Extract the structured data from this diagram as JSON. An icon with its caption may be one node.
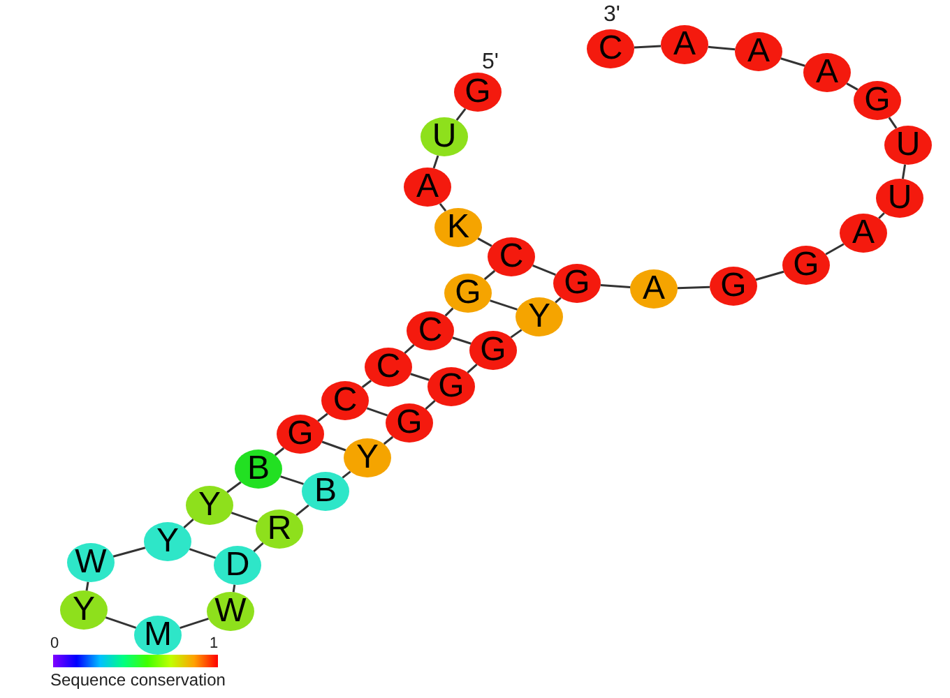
{
  "diagram": {
    "nodes": [
      {
        "text": [
          "G"
        ]
      },
      {
        "text": [
          "U"
        ]
      },
      {
        "text": [
          "A"
        ]
      },
      {
        "text": [
          "K"
        ]
      },
      {
        "text": [
          "C"
        ]
      },
      {
        "text": [
          "G"
        ]
      },
      {
        "text": [
          "C"
        ]
      },
      {
        "text": [
          "C"
        ]
      },
      {
        "text": [
          "C"
        ]
      },
      {
        "text": [
          "G"
        ]
      },
      {
        "text": [
          "B"
        ]
      },
      {
        "text": [
          "Y"
        ]
      },
      {
        "text": [
          "Y"
        ]
      },
      {
        "text": [
          "W"
        ]
      },
      {
        "text": [
          "Y"
        ]
      },
      {
        "text": [
          "M"
        ]
      },
      {
        "text": [
          "W"
        ]
      },
      {
        "text": [
          "D"
        ]
      },
      {
        "text": [
          "R"
        ]
      },
      {
        "text": [
          "B"
        ]
      },
      {
        "text": [
          "Y"
        ]
      },
      {
        "text": [
          "G"
        ]
      },
      {
        "text": [
          "G"
        ]
      },
      {
        "text": [
          "G"
        ]
      },
      {
        "text": [
          "Y"
        ]
      },
      {
        "text": [
          "G"
        ]
      },
      {
        "text": [
          "A"
        ]
      },
      {
        "text": [
          "G"
        ]
      },
      {
        "text": [
          "G"
        ]
      },
      {
        "text": [
          "A"
        ]
      },
      {
        "text": [
          "U"
        ]
      },
      {
        "text": [
          "U"
        ]
      },
      {
        "text": [
          "G"
        ]
      },
      {
        "text": [
          "A"
        ]
      },
      {
        "text": [
          "A"
        ]
      },
      {
        "text": [
          "A"
        ]
      },
      {
        "text": [
          "C"
        ]
      }
    ],
    "edges": [
      {
        "from": 0,
        "to": 1,
        "arrow": "none"
      },
      {
        "from": 1,
        "to": 2,
        "arrow": "none"
      },
      {
        "from": 2,
        "to": 3,
        "arrow": "none"
      },
      {
        "from": 3,
        "to": 4,
        "arrow": "none"
      },
      {
        "from": 4,
        "to": 5,
        "arrow": "none"
      },
      {
        "from": 5,
        "to": 6,
        "arrow": "none"
      },
      {
        "from": 6,
        "to": 7,
        "arrow": "none"
      },
      {
        "from": 7,
        "to": 8,
        "arrow": "none"
      },
      {
        "from": 8,
        "to": 9,
        "arrow": "none"
      },
      {
        "from": 9,
        "to": 10,
        "arrow": "none"
      },
      {
        "from": 10,
        "to": 11,
        "arrow": "none"
      },
      {
        "from": 11,
        "to": 12,
        "arrow": "none"
      },
      {
        "from": 12,
        "to": 13,
        "arrow": "none"
      },
      {
        "from": 13,
        "to": 14,
        "arrow": "none"
      },
      {
        "from": 14,
        "to": 15,
        "arrow": "none"
      },
      {
        "from": 15,
        "to": 16,
        "arrow": "none"
      },
      {
        "from": 16,
        "to": 17,
        "arrow": "none"
      },
      {
        "from": 17,
        "to": 18,
        "arrow": "none"
      },
      {
        "from": 18,
        "to": 19,
        "arrow": "none"
      },
      {
        "from": 19,
        "to": 20,
        "arrow": "none"
      },
      {
        "from": 20,
        "to": 21,
        "arrow": "none"
      },
      {
        "from": 21,
        "to": 22,
        "arrow": "none"
      },
      {
        "from": 22,
        "to": 23,
        "arrow": "none"
      },
      {
        "from": 23,
        "to": 24,
        "arrow": "none"
      },
      {
        "from": 24,
        "to": 25,
        "arrow": "none"
      },
      {
        "from": 25,
        "to": 26,
        "arrow": "none"
      },
      {
        "from": 26,
        "to": 27,
        "arrow": "none"
      },
      {
        "from": 27,
        "to": 28,
        "arrow": "none"
      },
      {
        "from": 28,
        "to": 29,
        "arrow": "none"
      },
      {
        "from": 29,
        "to": 30,
        "arrow": "none"
      },
      {
        "from": 30,
        "to": 31,
        "arrow": "none"
      },
      {
        "from": 31,
        "to": 32,
        "arrow": "none"
      },
      {
        "from": 32,
        "to": 33,
        "arrow": "none"
      },
      {
        "from": 33,
        "to": 34,
        "arrow": "none"
      },
      {
        "from": 34,
        "to": 35,
        "arrow": "none"
      },
      {
        "from": 35,
        "to": 36,
        "arrow": "none"
      },
      {
        "from": 4,
        "to": 25,
        "arrow": "none"
      },
      {
        "from": 5,
        "to": 24,
        "arrow": "none"
      },
      {
        "from": 6,
        "to": 23,
        "arrow": "none"
      },
      {
        "from": 7,
        "to": 22,
        "arrow": "none"
      },
      {
        "from": 8,
        "to": 21,
        "arrow": "none"
      },
      {
        "from": 9,
        "to": 20,
        "arrow": "none"
      },
      {
        "from": 10,
        "to": 19,
        "arrow": "none"
      },
      {
        "from": 11,
        "to": 18,
        "arrow": "none"
      },
      {
        "from": 12,
        "to": 17,
        "arrow": "none"
      }
    ],
    "labels": [
      "3'",
      "5'",
      "0",
      "1",
      "Sequence conservation"
    ]
  }
}
